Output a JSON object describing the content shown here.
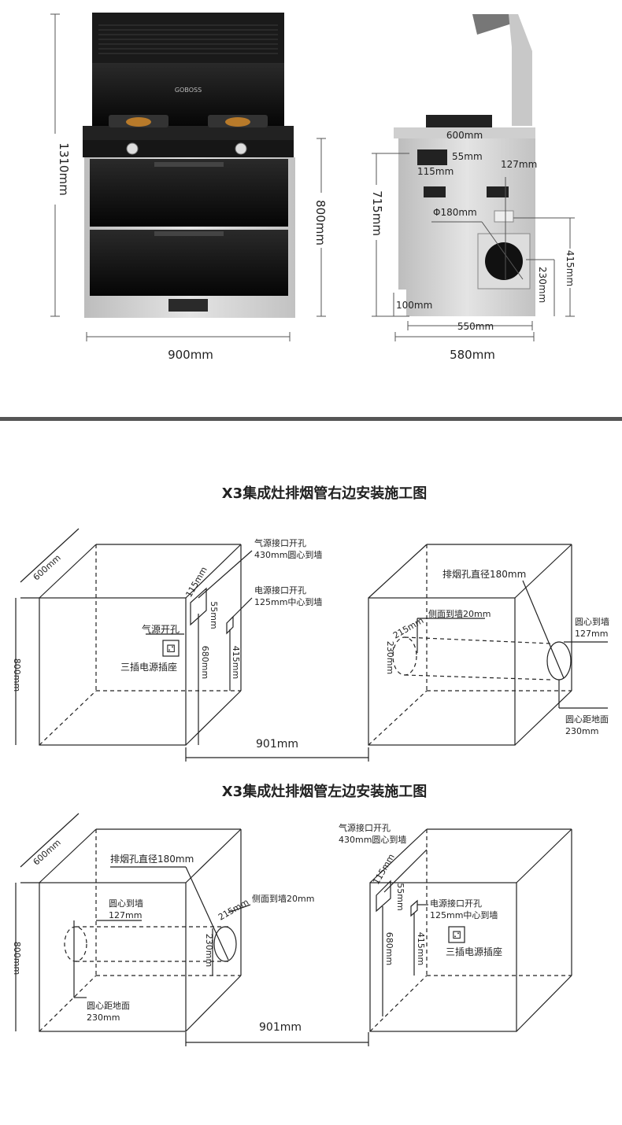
{
  "product": {
    "brand": "GOBOSS",
    "front_height": "1310mm",
    "front_body_height": "800mm",
    "front_width": "900mm",
    "side_top_width": "600mm",
    "side_gas_h": "55mm",
    "side_gas_w": "115mm",
    "side_127": "127mm",
    "side_715": "715mm",
    "side_phi": "Φ180mm",
    "side_415": "415mm",
    "side_230": "230mm",
    "side_100": "100mm",
    "side_550": "550mm",
    "side_580": "580mm"
  },
  "section_right": {
    "title": "X3集成灶排烟管右边安装施工图",
    "depth": "600mm",
    "height": "800mm",
    "gas_label_1": "气源接口开孔",
    "gas_label_2": "430mm圆心到墙",
    "power_label_1": "电源接口开孔",
    "power_label_2": "125mm中心到墙",
    "gas_hole": "气源开孔",
    "socket": "三插电源插座",
    "d115": "115mm",
    "d55": "55mm",
    "d680": "680mm",
    "d415": "415mm",
    "width": "901mm",
    "exhaust": "排烟孔直径180mm",
    "side_wall": "侧面到墙20mm",
    "d215": "215mm",
    "d230v": "230mm",
    "center_wall_1": "圆心到墙",
    "center_wall_2": "127mm",
    "center_floor_1": "圆心距地面",
    "center_floor_2": "230mm"
  },
  "section_left": {
    "title": "X3集成灶排烟管左边安装施工图",
    "depth": "600mm",
    "height": "800mm",
    "exhaust": "排烟孔直径180mm",
    "side_wall": "侧面到墙20mm",
    "center_wall_1": "圆心到墙",
    "center_wall_2": "127mm",
    "d215": "215mm",
    "d230v": "230mm",
    "center_floor_1": "圆心距地面",
    "center_floor_2": "230mm",
    "width": "901mm",
    "gas_label_1": "气源接口开孔",
    "gas_label_2": "430mm圆心到墙",
    "d115": "115mm",
    "d55": "55mm",
    "d680": "680mm",
    "d415": "415mm",
    "power_label_1": "电源接口开孔",
    "power_label_2": "125mm中心到墙",
    "socket": "三插电源插座"
  },
  "colors": {
    "divider": "#555555",
    "cabinet": "#111111",
    "steel": "#c9c9c9"
  }
}
